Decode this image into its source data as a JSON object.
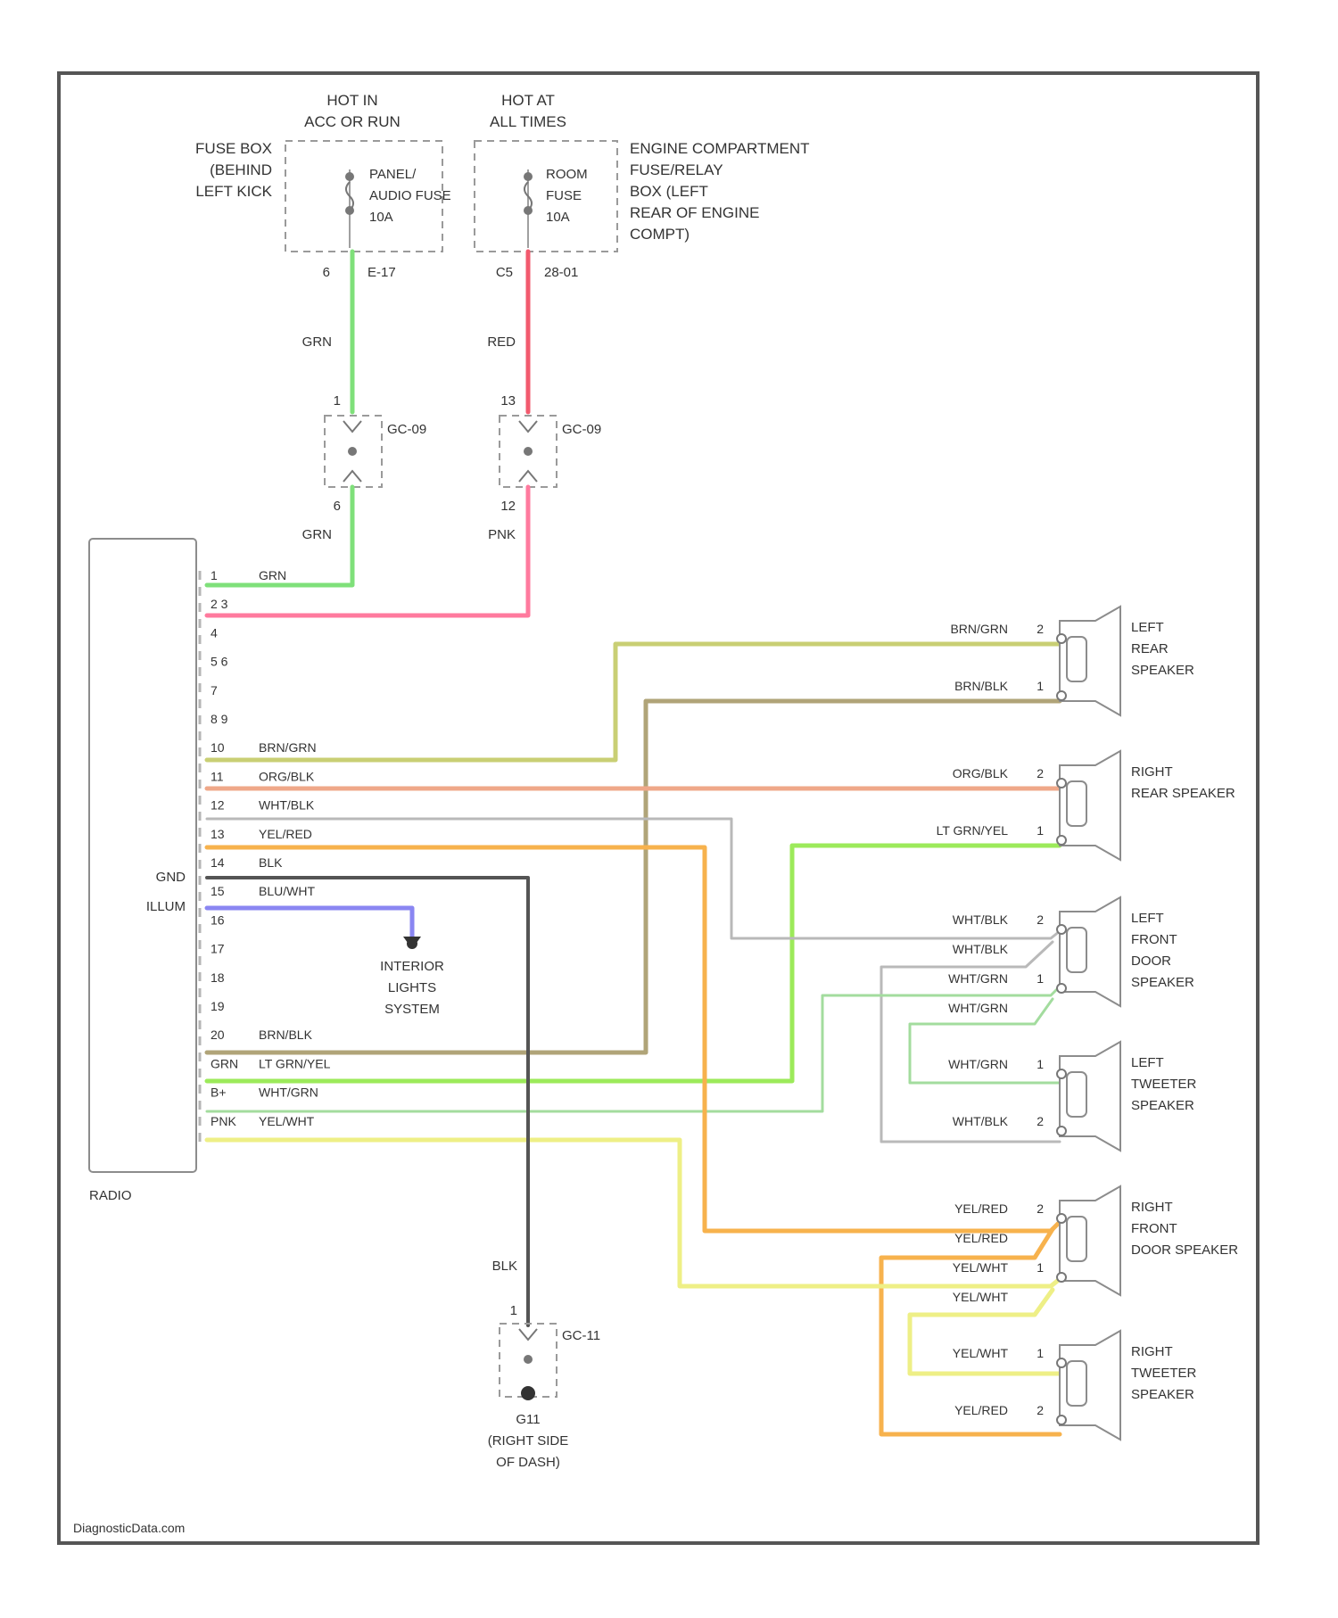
{
  "labels": {
    "hot_acc_run": [
      "HOT IN",
      "ACC OR RUN"
    ],
    "hot_all_times": [
      "HOT AT",
      "ALL TIMES"
    ],
    "fuse_box_left": [
      "FUSE BOX",
      "(BEHIND",
      "LEFT KICK"
    ],
    "engine_compartment": [
      "ENGINE COMPARTMENT",
      "FUSE/RELAY",
      "BOX (LEFT",
      "REAR OF ENGINE",
      "COMPT)"
    ],
    "fuse1": [
      "PANEL/",
      "AUDIO FUSE",
      "10A"
    ],
    "fuse2": [
      "ROOM",
      "FUSE",
      "10A"
    ],
    "fuse1_pins": [
      "6",
      "E-17"
    ],
    "fuse2_pins": [
      "C5",
      "28-01"
    ],
    "wire_grn_top": "GRN",
    "wire_red_top": "RED",
    "conn1_name": "GC-09",
    "conn2_name": "GC-09",
    "conn1_pins": [
      "1",
      "6"
    ],
    "conn2_pins": [
      "13",
      "12"
    ],
    "wire_grn_mid": "GRN",
    "wire_pnk_mid": "PNK",
    "radio": "RADIO",
    "gnd": "GND",
    "illum": "ILLUM",
    "interior": [
      "INTERIOR",
      "LIGHTS",
      "SYSTEM"
    ],
    "ground_wire": "BLK",
    "ground_conn": "GC-11",
    "ground_pin": "1",
    "ground_name": [
      "G11",
      "(RIGHT SIDE",
      "OF DASH)"
    ],
    "watermark": "DiagnosticData.com"
  },
  "radio_pins": [
    {
      "num": "1",
      "wire": "GRN"
    },
    {
      "num": "2 3",
      "wire": ""
    },
    {
      "num": "4",
      "wire": ""
    },
    {
      "num": "5 6",
      "wire": ""
    },
    {
      "num": "7",
      "wire": ""
    },
    {
      "num": "8 9",
      "wire": ""
    },
    {
      "num": "10",
      "wire": "BRN/GRN"
    },
    {
      "num": "11",
      "wire": "ORG/BLK"
    },
    {
      "num": "12",
      "wire": "WHT/BLK"
    },
    {
      "num": "13",
      "wire": "YEL/RED"
    },
    {
      "num": "14",
      "wire": "BLK"
    },
    {
      "num": "15",
      "wire": "BLU/WHT"
    },
    {
      "num": "16",
      "wire": ""
    },
    {
      "num": "17",
      "wire": ""
    },
    {
      "num": "18",
      "wire": ""
    },
    {
      "num": "19",
      "wire": ""
    },
    {
      "num": "20",
      "wire": "BRN/BLK"
    },
    {
      "num": "GRN",
      "wire": "LT GRN/YEL"
    },
    {
      "num": "B+",
      "wire": "WHT/GRN"
    },
    {
      "num": "PNK",
      "wire": "YEL/WHT"
    }
  ],
  "speakers": [
    {
      "name": [
        "LEFT",
        "REAR",
        "SPEAKER"
      ],
      "wires": [
        {
          "label": "BRN/GRN",
          "pin": "2"
        },
        {
          "label": "BRN/BLK",
          "pin": "1"
        }
      ]
    },
    {
      "name": [
        "RIGHT",
        "REAR SPEAKER"
      ],
      "wires": [
        {
          "label": "ORG/BLK",
          "pin": "2"
        },
        {
          "label": "LT GRN/YEL",
          "pin": "1"
        }
      ]
    },
    {
      "name": [
        "LEFT",
        "FRONT",
        "DOOR",
        "SPEAKER"
      ],
      "wires": [
        {
          "label": "WHT/BLK",
          "pin": "2"
        },
        {
          "label": "WHT/BLK",
          "pin": ""
        },
        {
          "label": "WHT/GRN",
          "pin": "1"
        },
        {
          "label": "WHT/GRN",
          "pin": ""
        }
      ]
    },
    {
      "name": [
        "LEFT",
        "TWEETER",
        "SPEAKER"
      ],
      "wires": [
        {
          "label": "WHT/GRN",
          "pin": "1"
        },
        {
          "label": "WHT/BLK",
          "pin": "2"
        }
      ]
    },
    {
      "name": [
        "RIGHT",
        "FRONT",
        "DOOR SPEAKER"
      ],
      "wires": [
        {
          "label": "YEL/RED",
          "pin": "2"
        },
        {
          "label": "YEL/RED",
          "pin": ""
        },
        {
          "label": "YEL/WHT",
          "pin": "1"
        },
        {
          "label": "YEL/WHT",
          "pin": ""
        }
      ]
    },
    {
      "name": [
        "RIGHT",
        "TWEETER",
        "SPEAKER"
      ],
      "wires": [
        {
          "label": "YEL/WHT",
          "pin": "1"
        },
        {
          "label": "YEL/RED",
          "pin": "2"
        }
      ]
    }
  ],
  "colors": {
    "grn": "#7fe07a",
    "red": "#f25a6e",
    "pnk": "#ff7a9e",
    "brn_grn": "#c9cf74",
    "brn_blk": "#b0a478",
    "org_blk": "#efa889",
    "wht_blk": "#b9b9b9",
    "yel_red": "#f7b24d",
    "blk": "#555555",
    "blu_wht": "#8a86f2",
    "lt_grn_yel": "#9cea5a",
    "wht_grn": "#a3dc9e",
    "yel_wht": "#eeef86"
  }
}
